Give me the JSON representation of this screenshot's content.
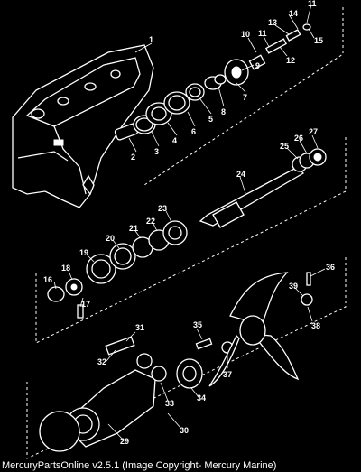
{
  "caption": "MercuryPartsOnline v2.5.1 (Image Copyright- Mercury Marine)",
  "callouts": [
    {
      "id": "c1",
      "label": "1",
      "name": "gear-housing"
    },
    {
      "id": "c2",
      "label": "2",
      "name": "part-2"
    },
    {
      "id": "c3",
      "label": "3",
      "name": "part-3"
    },
    {
      "id": "c4",
      "label": "4",
      "name": "part-4"
    },
    {
      "id": "c5",
      "label": "5",
      "name": "part-5"
    },
    {
      "id": "c6",
      "label": "6",
      "name": "part-6"
    },
    {
      "id": "c7",
      "label": "7",
      "name": "part-7"
    },
    {
      "id": "c8",
      "label": "8",
      "name": "part-8"
    },
    {
      "id": "c9",
      "label": "9",
      "name": "part-9"
    },
    {
      "id": "c10",
      "label": "10",
      "name": "part-10"
    },
    {
      "id": "c11",
      "label": "11",
      "name": "part-11"
    },
    {
      "id": "c11b",
      "label": "11",
      "name": "part-11-upper"
    },
    {
      "id": "c12",
      "label": "12",
      "name": "part-12"
    },
    {
      "id": "c13",
      "label": "13",
      "name": "part-13"
    },
    {
      "id": "c14",
      "label": "14",
      "name": "part-14"
    },
    {
      "id": "c15",
      "label": "15",
      "name": "part-15"
    },
    {
      "id": "c16",
      "label": "16",
      "name": "part-16"
    },
    {
      "id": "c17",
      "label": "17",
      "name": "part-17"
    },
    {
      "id": "c18",
      "label": "18",
      "name": "part-18"
    },
    {
      "id": "c19",
      "label": "19",
      "name": "part-19"
    },
    {
      "id": "c20",
      "label": "20",
      "name": "part-20"
    },
    {
      "id": "c21",
      "label": "21",
      "name": "part-21"
    },
    {
      "id": "c22",
      "label": "22",
      "name": "part-22"
    },
    {
      "id": "c23",
      "label": "23",
      "name": "part-23"
    },
    {
      "id": "c24",
      "label": "24",
      "name": "part-24"
    },
    {
      "id": "c25",
      "label": "25",
      "name": "part-25"
    },
    {
      "id": "c26",
      "label": "26",
      "name": "part-26"
    },
    {
      "id": "c27",
      "label": "27",
      "name": "part-27"
    },
    {
      "id": "c29",
      "label": "29",
      "name": "part-29"
    },
    {
      "id": "c30",
      "label": "30",
      "name": "part-30"
    },
    {
      "id": "c31",
      "label": "31",
      "name": "part-31"
    },
    {
      "id": "c32",
      "label": "32",
      "name": "part-32"
    },
    {
      "id": "c33",
      "label": "33",
      "name": "part-33"
    },
    {
      "id": "c34",
      "label": "34",
      "name": "part-34"
    },
    {
      "id": "c35",
      "label": "35",
      "name": "part-35"
    },
    {
      "id": "c36",
      "label": "36",
      "name": "part-36"
    },
    {
      "id": "c37",
      "label": "37",
      "name": "part-37"
    },
    {
      "id": "c38",
      "label": "38",
      "name": "part-38"
    },
    {
      "id": "c39",
      "label": "39",
      "name": "part-39"
    }
  ]
}
